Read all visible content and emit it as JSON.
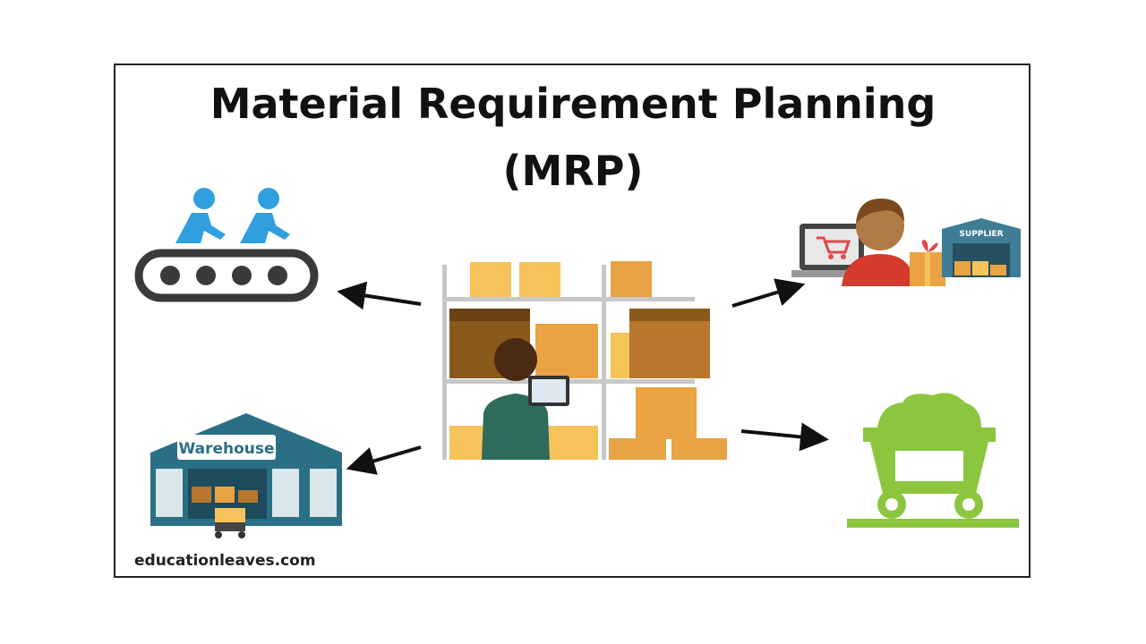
{
  "title": {
    "line1": "Material Requirement Planning",
    "line2": "(MRP)"
  },
  "labels": {
    "warehouse": "Warehouse",
    "supplier": "SUPPLIER"
  },
  "credit": "educationleaves.com",
  "icons": {
    "center": "inventory-shelves-icon",
    "production": "conveyor-workers-icon",
    "warehouse": "warehouse-building-icon",
    "supplier": "online-supplier-icon",
    "material": "mine-cart-icon"
  },
  "colors": {
    "workers_blue": "#2f9fe0",
    "conveyor_dark": "#3a3a3a",
    "box_light": "#f6c35a",
    "box_mid": "#e9a244",
    "box_dark": "#8a5a1c",
    "warehouse_teal": "#2b6f85",
    "supplier_roof": "#3f7c95",
    "cart_green": "#8cc63f",
    "arrow_black": "#111111"
  }
}
